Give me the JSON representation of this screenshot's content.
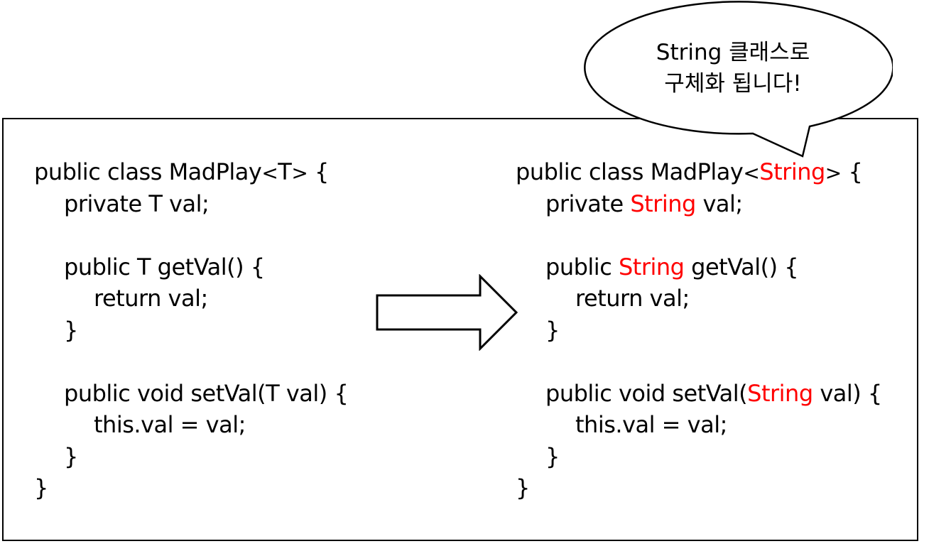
{
  "left_code": {
    "line1_a": "public class MadPlay",
    "line1_lt": "<",
    "line1_t": "T",
    "line1_gt": ">",
    "line1_b": " {",
    "line2_a": "private ",
    "line2_t": "T",
    "line2_b": " val;",
    "line4_a": "public ",
    "line4_t": "T",
    "line4_b": " getVal() {",
    "line5": "return val;",
    "line6": "}",
    "line8_a": "public void setVal(",
    "line8_t": "T",
    "line8_b": " val) {",
    "line9": "this.val = val;",
    "line10": "}",
    "line11": "}"
  },
  "right_code": {
    "line1_a": "public class MadPlay",
    "line1_lt": "<",
    "line1_t": "String",
    "line1_gt": ">",
    "line1_b": " {",
    "line2_a": "private ",
    "line2_t": "String",
    "line2_b": " val;",
    "line4_a": "public ",
    "line4_t": "String",
    "line4_b": " getVal() {",
    "line5": "return val;",
    "line6": "}",
    "line8_a": "public void setVal(",
    "line8_t": "String",
    "line8_b": " val) {",
    "line9": "this.val = val;",
    "line10": "}",
    "line11": "}"
  },
  "bubble": {
    "line1": "String 클래스로",
    "line2": "구체화 됩니다!"
  },
  "colors": {
    "highlight": "#ff0000",
    "text": "#000000",
    "border": "#000000"
  },
  "icons": {
    "arrow": "right-arrow-outline-icon",
    "bubble": "speech-bubble-icon"
  }
}
